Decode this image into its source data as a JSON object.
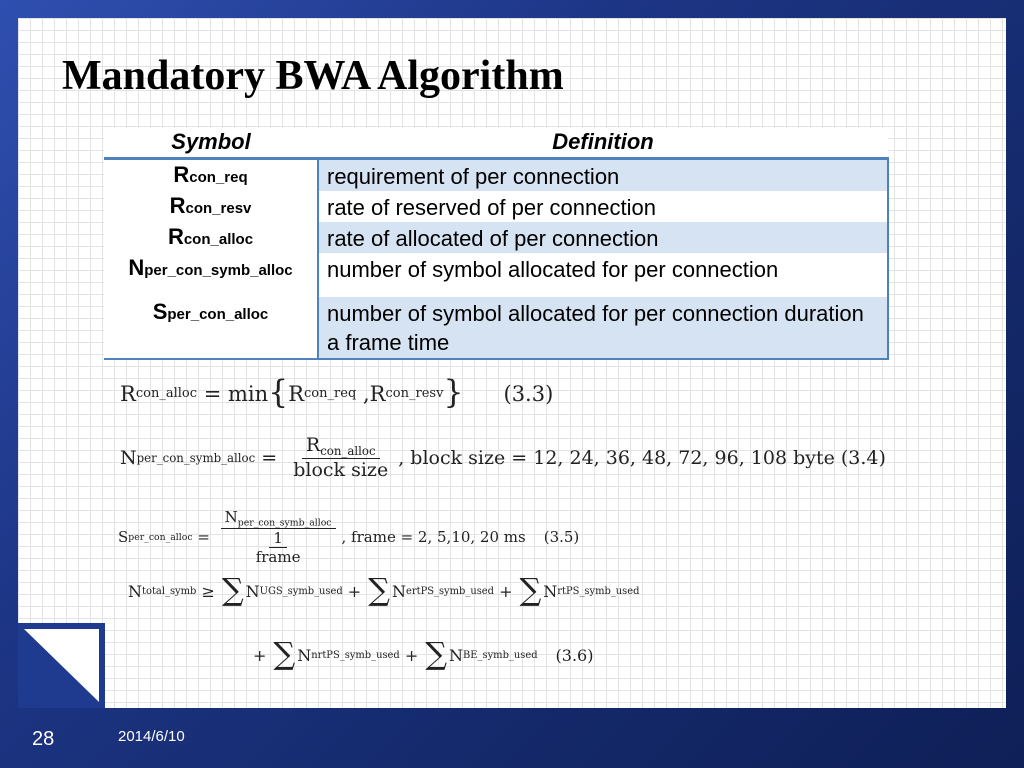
{
  "slide": {
    "title": "Mandatory BWA Algorithm",
    "page_number": "28",
    "date": "2014/6/10"
  },
  "table": {
    "headers": {
      "symbol": "Symbol",
      "definition": "Definition"
    },
    "rows": [
      {
        "symbol_main": "R",
        "symbol_sub": "con_req",
        "definition": "requirement of per connection"
      },
      {
        "symbol_main": "R",
        "symbol_sub": "con_resv",
        "definition": "rate of reserved of per connection"
      },
      {
        "symbol_main": "R",
        "symbol_sub": "con_alloc",
        "definition": "rate of allocated of per connection"
      },
      {
        "symbol_main": "N",
        "symbol_sub": "per_con_symb_alloc",
        "definition": "number of symbol allocated for per connection"
      },
      {
        "symbol_main": "S",
        "symbol_sub": "per_con_alloc",
        "definition": "number of symbol allocated for per connection duration a frame time"
      }
    ]
  },
  "formulas": {
    "f1": {
      "lhs": "R",
      "lhs_sub": "con_alloc",
      "op": " = min",
      "a": "R",
      "a_sub": "con_req",
      "comma": " ,",
      "b": "R",
      "b_sub": "con_resv",
      "eqno": "(3.3)"
    },
    "f2": {
      "lhs": "N",
      "lhs_sub": "per_con_symb_alloc",
      "op": " = ",
      "num": "R",
      "num_sub": "con_alloc",
      "den": "block size",
      "rest": ", block size = 12, 24, 36, 48, 72, 96, 108 byte",
      "eqno": "(3.4)"
    },
    "f3": {
      "lhs": "S",
      "lhs_sub": "per_con_alloc",
      "op": " = ",
      "num": "N",
      "num_sub": "per_con_symb_alloc",
      "den_num": "1",
      "den_den": "frame",
      "rest": ", frame = 2, 5,10, 20 ms",
      "eqno": "(3.5)"
    },
    "f4": {
      "lhs": "N",
      "lhs_sub": "total_symb",
      "op": " ≥ ",
      "t1": "N",
      "t1_sub": "UGS_symb_used",
      "t2": "N",
      "t2_sub": "ertPS_symb_used",
      "t3": "N",
      "t3_sub": "rtPS_symb_used",
      "plus": " + ",
      "sigma": "∑"
    },
    "f5": {
      "plus": "+ ",
      "plus2": " + ",
      "sigma": "∑",
      "t1": "N",
      "t1_sub": "nrtPS_symb_used",
      "t2": "N",
      "t2_sub": "BE_symb_used",
      "eqno": "(3.6)"
    }
  }
}
